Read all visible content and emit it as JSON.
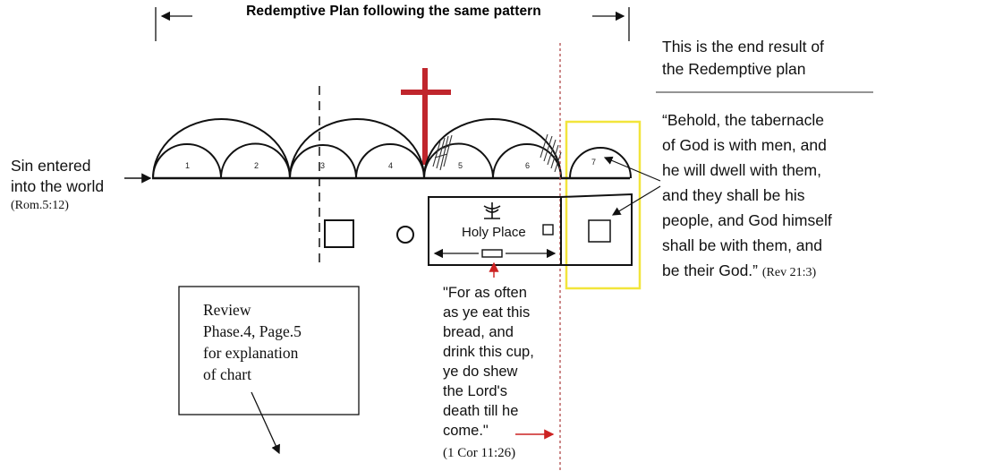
{
  "header": {
    "title": "Redemptive Plan following the same pattern"
  },
  "end_result": {
    "line1": "This is the end result of",
    "line2": "the Redemptive plan"
  },
  "quote": {
    "lines": [
      "“Behold, the tabernacle",
      "of God is with men, and",
      "he will dwell with them,",
      "and they shall be his",
      "people, and God himself",
      "shall be with them, and",
      "be their God.”"
    ],
    "reference": "(Rev 21:3)"
  },
  "sin": {
    "line1": "Sin entered",
    "line2": "into the world",
    "reference": "(Rom.5:12)"
  },
  "review": {
    "lines": [
      "Review",
      "Phase.4, Page.5",
      "for explanation",
      "of chart"
    ]
  },
  "communion": {
    "lines": [
      "\"For as often",
      "as ye eat this",
      "bread, and",
      "drink this cup,",
      "ye do shew",
      "the Lord's",
      "death till he",
      "come.\""
    ],
    "reference": "(1 Cor 11:26)"
  },
  "tabernacle": {
    "holy_place_label": "Holy Place"
  },
  "arcs": {
    "numbers": [
      "1",
      "2",
      "3",
      "4",
      "5",
      "6",
      "7"
    ]
  },
  "colors": {
    "cross": "#c0262d",
    "highlight_box": "#f2e53b",
    "arrow_red": "#cc2222",
    "ink": "#111111",
    "dotted_line": "#b04a4a"
  }
}
